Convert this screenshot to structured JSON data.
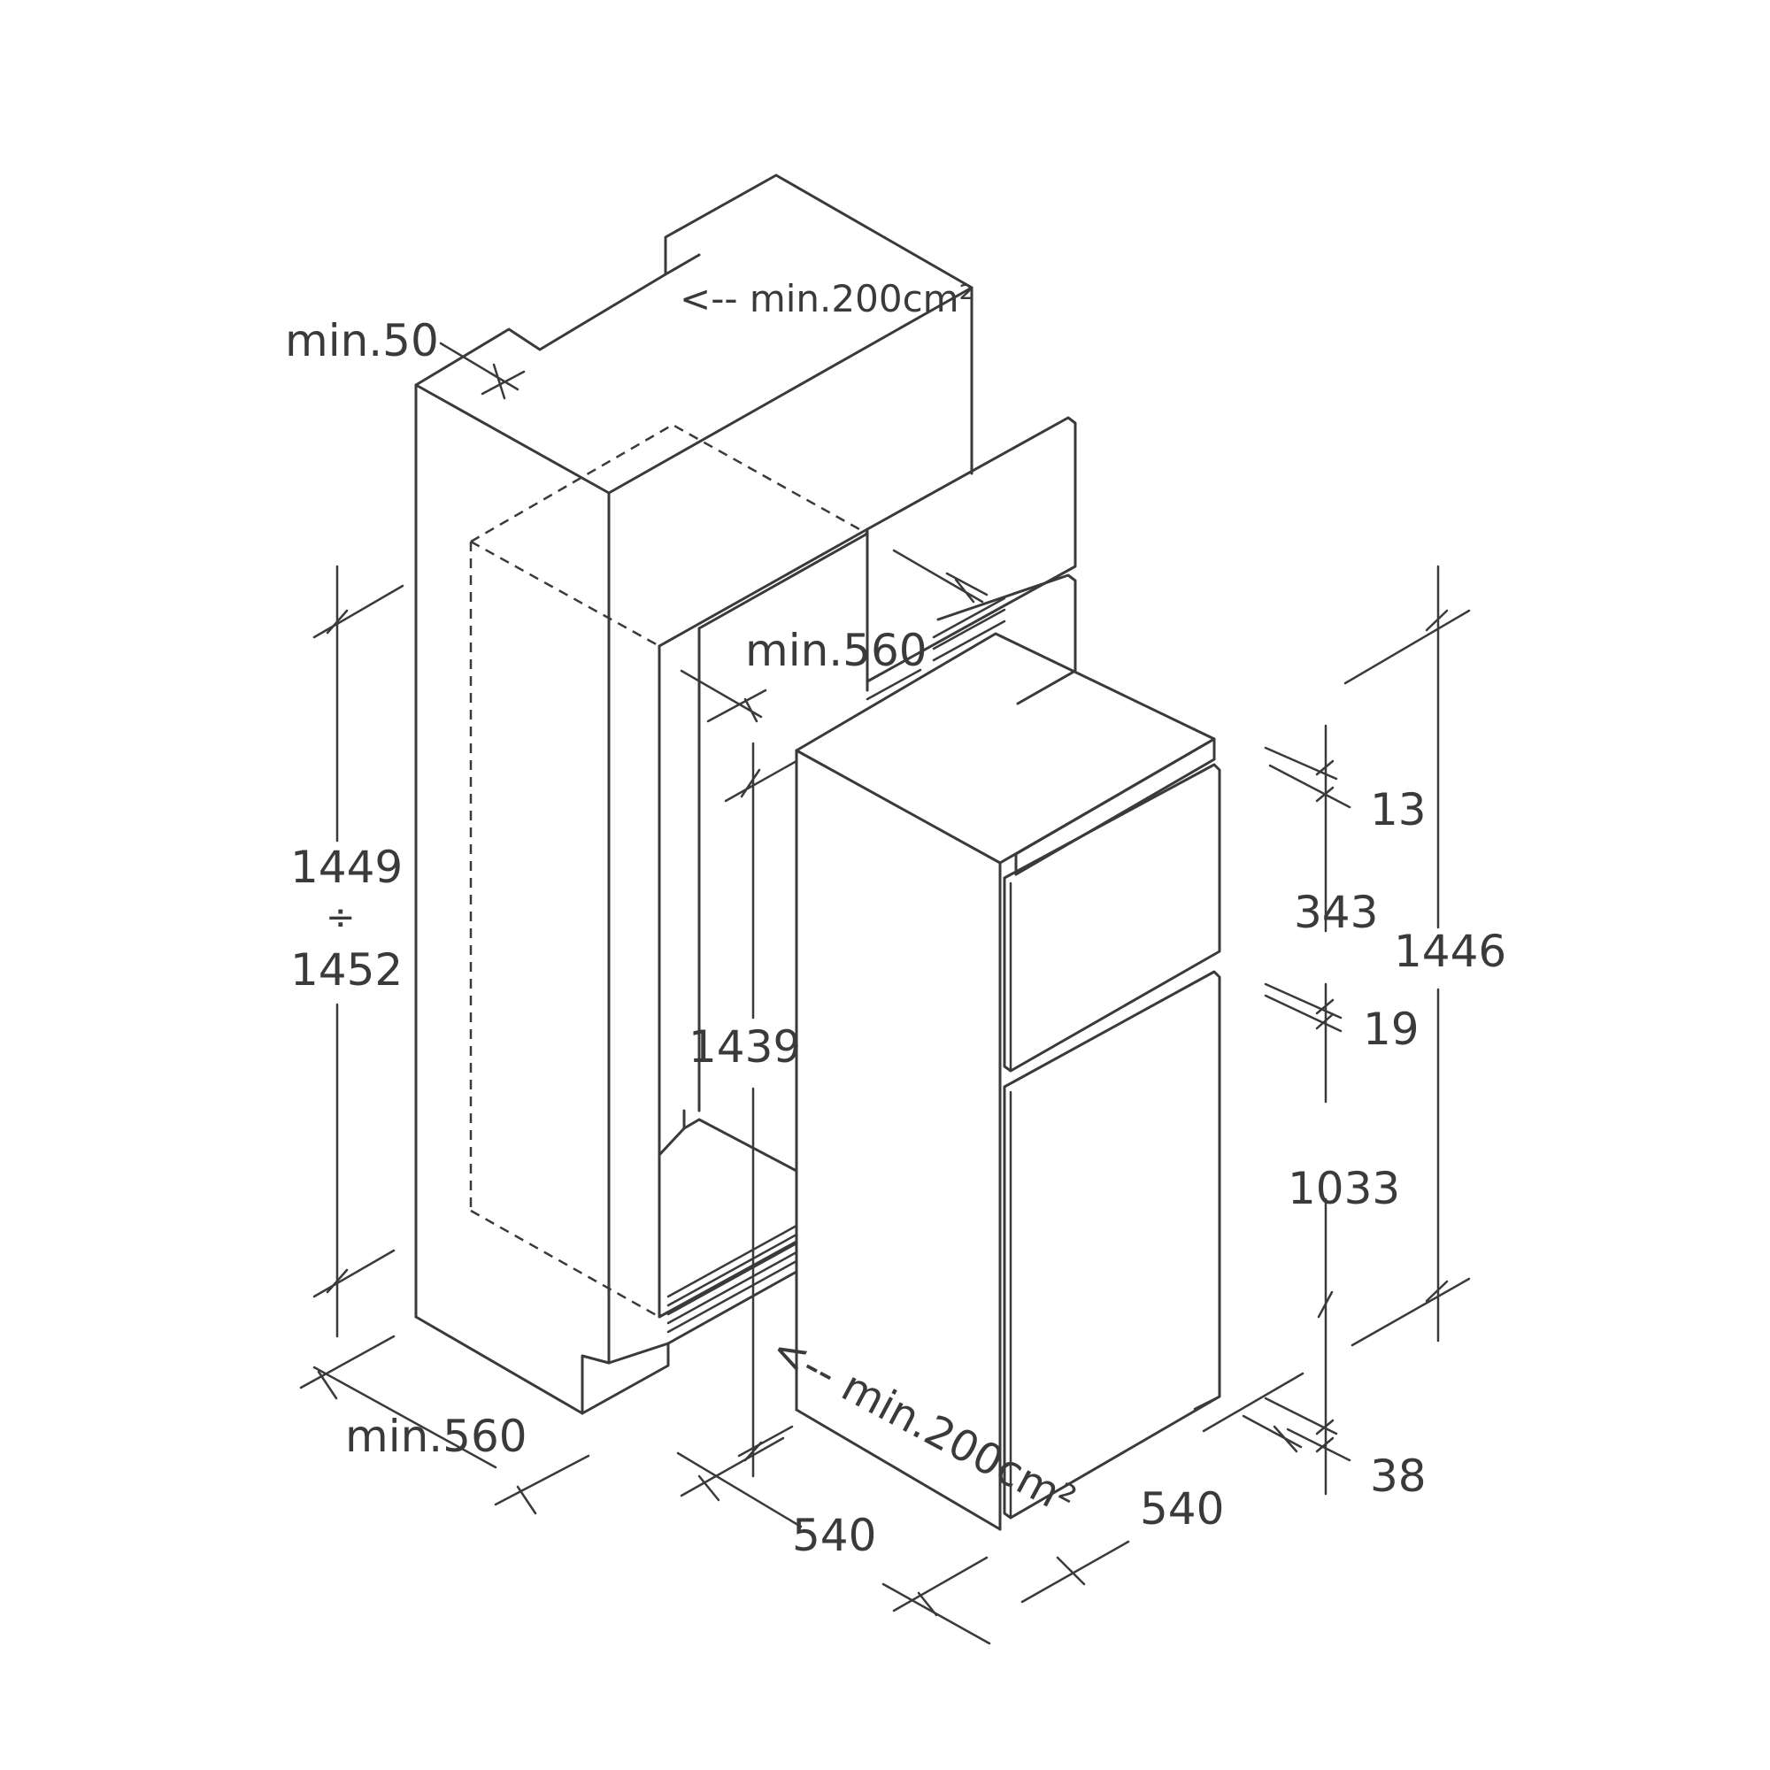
{
  "labels": {
    "vent_top": "<-- min.200cm²",
    "min_50": "min.50",
    "min_560_inner": "min.560",
    "height_1449": "1449",
    "height_div": "÷",
    "height_1452": "1452",
    "height_1439": "1439",
    "min_560_bottom": "min.560",
    "vent_bottom": "<-- min.200cm²",
    "width_540_left": "540",
    "depth_540_right": "540",
    "dim_13": "13",
    "dim_343": "343",
    "dim_19": "19",
    "dim_1033": "1033",
    "dim_38": "38",
    "dim_1446": "1446"
  }
}
